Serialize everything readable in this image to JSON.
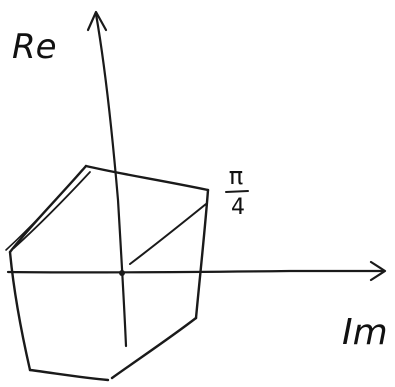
{
  "axes": {
    "vertical_label": "Re",
    "horizontal_label": "Im"
  },
  "annotation": {
    "numerator": "π",
    "denominator": "4"
  }
}
